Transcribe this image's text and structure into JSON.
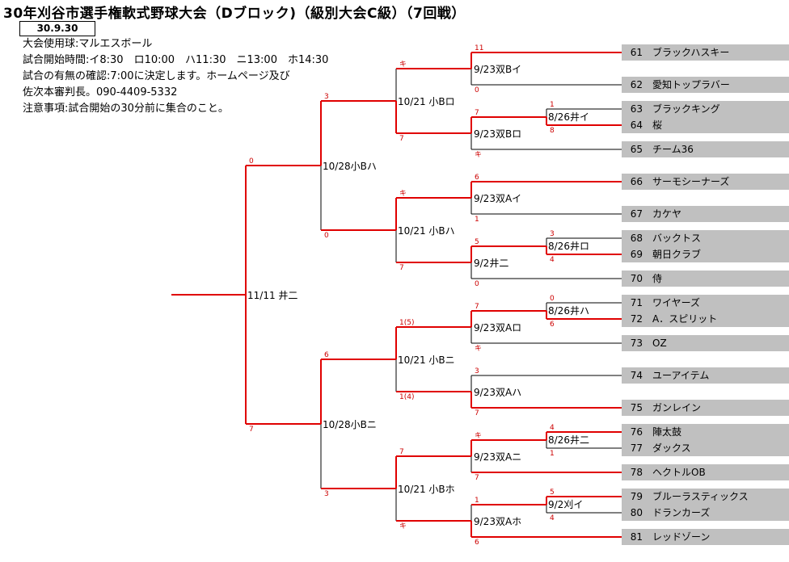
{
  "title": "30年刈谷市選手権軟式野球大会（Dブロック)（級別大会C級）（7回戦）",
  "date_box": "30.9.30",
  "info": [
    "大会使用球:マルエスボール",
    "試合開始時間:イ8:30　ロ10:00　ハ11:30　ニ13:00　ホ14:30",
    "試合の有無の確認:7:00に決定します。ホームページ及び",
    "佐次本審判長。090-4409-5332",
    "注意事項:試合開始の30分前に集合のこと。"
  ],
  "teams": [
    {
      "no": "61",
      "name": "ブラックハスキー"
    },
    {
      "no": "62",
      "name": "愛知トップラバー"
    },
    {
      "no": "63",
      "name": "ブラックキング"
    },
    {
      "no": "64",
      "name": "桜"
    },
    {
      "no": "65",
      "name": "チーム36"
    },
    {
      "no": "66",
      "name": "サーモシーナーズ"
    },
    {
      "no": "67",
      "name": "カケヤ"
    },
    {
      "no": "68",
      "name": "バックトス"
    },
    {
      "no": "69",
      "name": "朝日クラブ"
    },
    {
      "no": "70",
      "name": "侍"
    },
    {
      "no": "71",
      "name": "ワイヤーズ"
    },
    {
      "no": "72",
      "name": "A．スピリット"
    },
    {
      "no": "73",
      "name": "OZ"
    },
    {
      "no": "74",
      "name": "ユーアイテム"
    },
    {
      "no": "75",
      "name": "ガンレイン"
    },
    {
      "no": "76",
      "name": "陣太鼓"
    },
    {
      "no": "77",
      "name": "ダックス"
    },
    {
      "no": "78",
      "name": "ヘクトルOB"
    },
    {
      "no": "79",
      "name": "ブルーラスティックス"
    },
    {
      "no": "80",
      "name": "ドランカーズ"
    },
    {
      "no": "81",
      "name": "レッドゾーン"
    }
  ],
  "matches": [
    "9/23双Bイ",
    "8/26井イ",
    "9/23双Bロ",
    "9/23双Aイ",
    "8/26井ロ",
    "9/2井二",
    "8/26井ハ",
    "9/23双Aロ",
    "9/23双Aハ",
    "8/26井二",
    "9/23双Aニ",
    "9/2刈イ",
    "9/23双Aホ",
    "10/21 小Bロ",
    "10/21 小Bハ",
    "10/21 小Bニ",
    "10/21 小Bホ",
    "10/28小Bハ",
    "10/28小Bニ",
    "11/11 井二"
  ],
  "scores": [
    "11",
    "0",
    "1",
    "8",
    "7",
    "キ",
    "6",
    "1",
    "3",
    "4",
    "5",
    "0",
    "0",
    "6",
    "7",
    "キ",
    "3",
    "7",
    "4",
    "1",
    "キ",
    "7",
    "5",
    "4",
    "1",
    "6",
    "キ",
    "7",
    "キ",
    "7",
    "1(5)",
    "1(4)",
    "7",
    "キ",
    "3",
    "0",
    "6",
    "3",
    "0",
    "7"
  ]
}
